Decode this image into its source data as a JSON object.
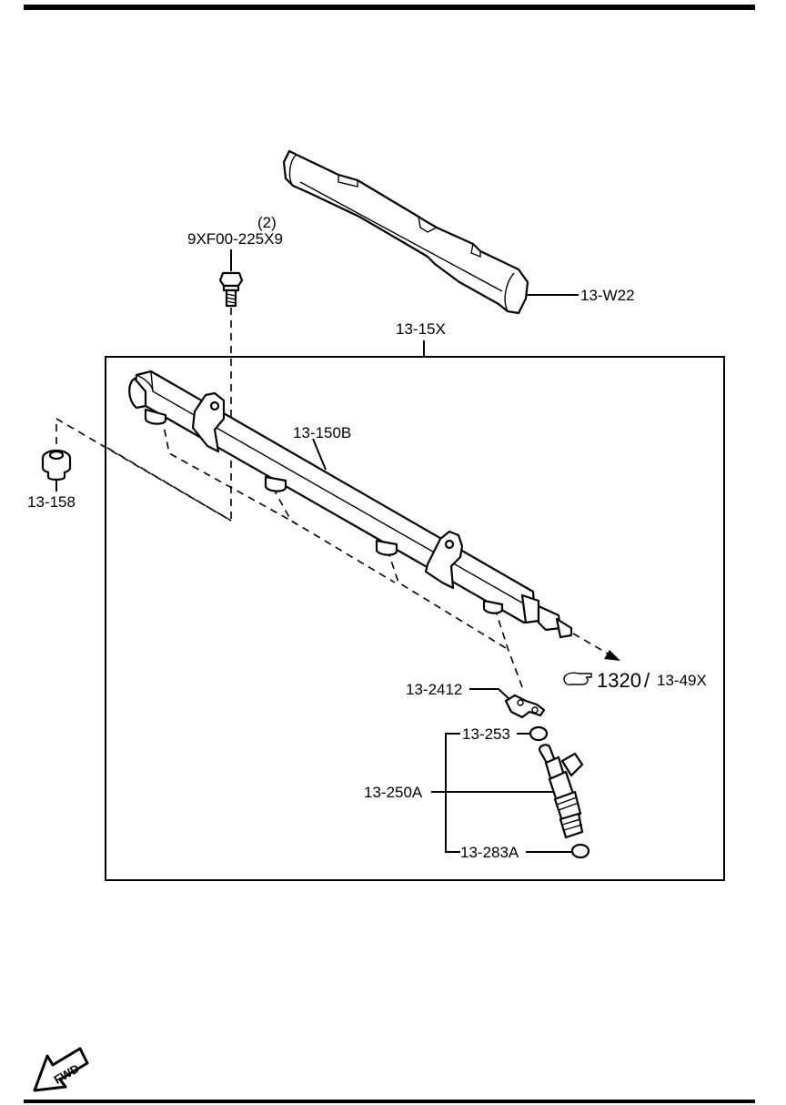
{
  "diagram": {
    "labels": {
      "cover": "13-W22",
      "bolt_qty": "(2)",
      "bolt": "9XF00-225X9",
      "assembly": "13-15X",
      "rail": "13-150B",
      "insulator": "13-158",
      "clip": "13-2412",
      "ref_main": "1320",
      "ref_slash": "/",
      "ref_sub": "13-49X",
      "o_ring_upper": "13-253",
      "injector": "13-250A",
      "o_ring_lower": "13-283A"
    },
    "fwd_badge": "FWD"
  }
}
